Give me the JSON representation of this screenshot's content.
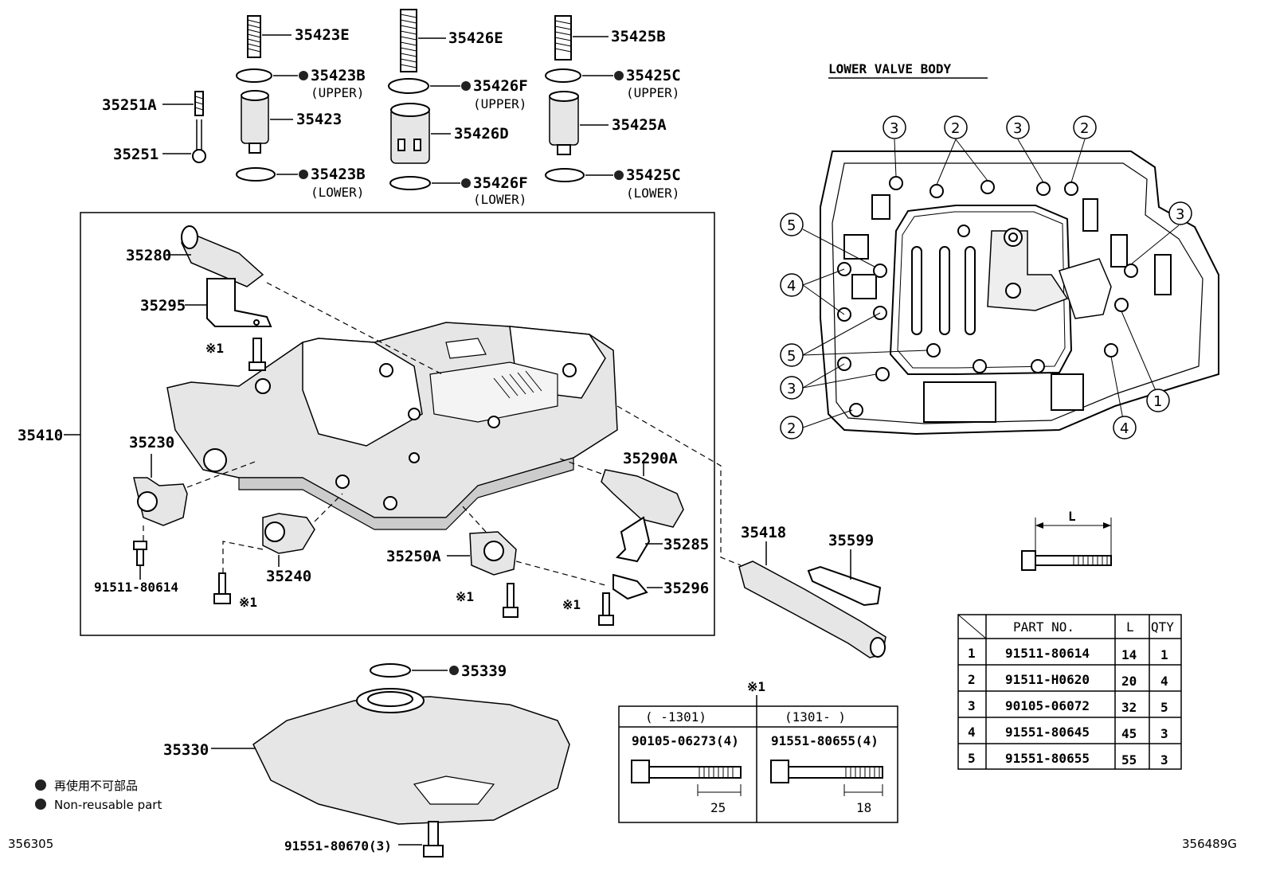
{
  "section_title": "LOWER VALVE BODY",
  "figure_code_left": "356305",
  "figure_code_right": "356489G",
  "parts": {
    "p35423E": "35423E",
    "p35426E": "35426E",
    "p35425B": "35425B",
    "p35423B_upper": "35423B",
    "p35423B_upper_note": "(UPPER)",
    "p35426F_upper": "35426F",
    "p35426F_upper_note": "(UPPER)",
    "p35425C_upper": "35425C",
    "p35425C_upper_note": "(UPPER)",
    "p35251A": "35251A",
    "p35423": "35423",
    "p35426D": "35426D",
    "p35425A": "35425A",
    "p35251": "35251",
    "p35423B_lower": "35423B",
    "p35423B_lower_note": "(LOWER)",
    "p35426F_lower": "35426F",
    "p35426F_lower_note": "(LOWER)",
    "p35425C_lower": "35425C",
    "p35425C_lower_note": "(LOWER)",
    "p35280": "35280",
    "p35295": "35295",
    "p35410": "35410",
    "p35230": "35230",
    "p35290A": "35290A",
    "p35285": "35285",
    "p35250A": "35250A",
    "p35240": "35240",
    "p35296": "35296",
    "p91511_80614": "91511-80614",
    "p35418": "35418",
    "p35599": "35599",
    "p35339": "35339",
    "p35330": "35330",
    "p91551_80670": "91551-80670(3)"
  },
  "mark_star1": "※1",
  "bolt_variants": {
    "title": "※1",
    "left_range": "(    -1301)",
    "right_range": "(1301-    )",
    "left_part": "90105-06273(4)",
    "right_part": "91551-80655(4)",
    "left_dim": "25",
    "right_dim": "18"
  },
  "bolt_dimension_label": "L",
  "bolt_table": {
    "headers": [
      "PART NO.",
      "L",
      "QTY"
    ],
    "rows": [
      {
        "ref": "1",
        "part": "91511-80614",
        "l": "14",
        "qty": "1"
      },
      {
        "ref": "2",
        "part": "91511-H0620",
        "l": "20",
        "qty": "4"
      },
      {
        "ref": "3",
        "part": "90105-06072",
        "l": "32",
        "qty": "5"
      },
      {
        "ref": "4",
        "part": "91551-80645",
        "l": "45",
        "qty": "3"
      },
      {
        "ref": "5",
        "part": "91551-80655",
        "l": "55",
        "qty": "3"
      }
    ]
  },
  "callouts": {
    "c3a": "3",
    "c2a": "2",
    "c3b": "3",
    "c2b": "2",
    "c3c": "3",
    "c5a": "5",
    "c4a": "4",
    "c5b": "5",
    "c3d": "3",
    "c2c": "2",
    "c1": "1",
    "c4b": "4"
  },
  "legend": {
    "jp": "再使用不可部品",
    "en": "Non-reusable part"
  }
}
